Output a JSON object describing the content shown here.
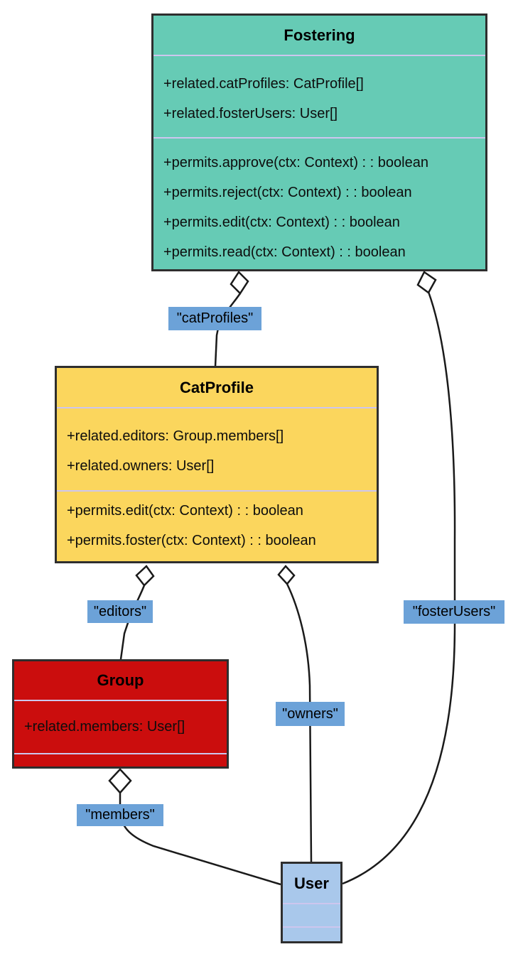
{
  "diagram_type": "uml-class-diagram",
  "colors": {
    "background": "#ffffff",
    "box_border": "#2e2e2e",
    "divider": "#cdc6ee",
    "edge_line": "#1a1a1a",
    "diamond_fill": "#ffffff",
    "edge_label_bg": "#6ca2d8",
    "fostering_fill": "#66cbb5",
    "catprofile_fill": "#fbd65d",
    "group_fill": "#cb0d0d",
    "user_fill": "#a9c8eb"
  },
  "classes": [
    {
      "name": "Fostering",
      "fill": "#66cbb5",
      "attributes": [
        "+related.catProfiles: CatProfile[]",
        "+related.fosterUsers: User[]"
      ],
      "methods": [
        "+permits.approve(ctx: Context) : : boolean",
        "+permits.reject(ctx: Context) : : boolean",
        "+permits.edit(ctx: Context) : : boolean",
        "+permits.read(ctx: Context) : : boolean"
      ]
    },
    {
      "name": "CatProfile",
      "fill": "#fbd65d",
      "attributes": [
        "+related.editors: Group.members[]",
        "+related.owners: User[]"
      ],
      "methods": [
        "+permits.edit(ctx: Context) : : boolean",
        "+permits.foster(ctx: Context) : : boolean"
      ]
    },
    {
      "name": "Group",
      "fill": "#cb0d0d",
      "attributes": [
        "+related.members: User[]"
      ],
      "methods": []
    },
    {
      "name": "User",
      "fill": "#a9c8eb",
      "attributes": [],
      "methods": []
    }
  ],
  "edges": [
    {
      "label": "\"catProfiles\"",
      "from": "Fostering",
      "to": "CatProfile",
      "marker": "aggregation-diamond"
    },
    {
      "label": "\"fosterUsers\"",
      "from": "Fostering",
      "to": "User",
      "marker": "aggregation-diamond"
    },
    {
      "label": "\"editors\"",
      "from": "CatProfile",
      "to": "Group",
      "marker": "aggregation-diamond"
    },
    {
      "label": "\"owners\"",
      "from": "CatProfile",
      "to": "User",
      "marker": "aggregation-diamond"
    },
    {
      "label": "\"members\"",
      "from": "Group",
      "to": "User",
      "marker": "aggregation-diamond"
    }
  ]
}
